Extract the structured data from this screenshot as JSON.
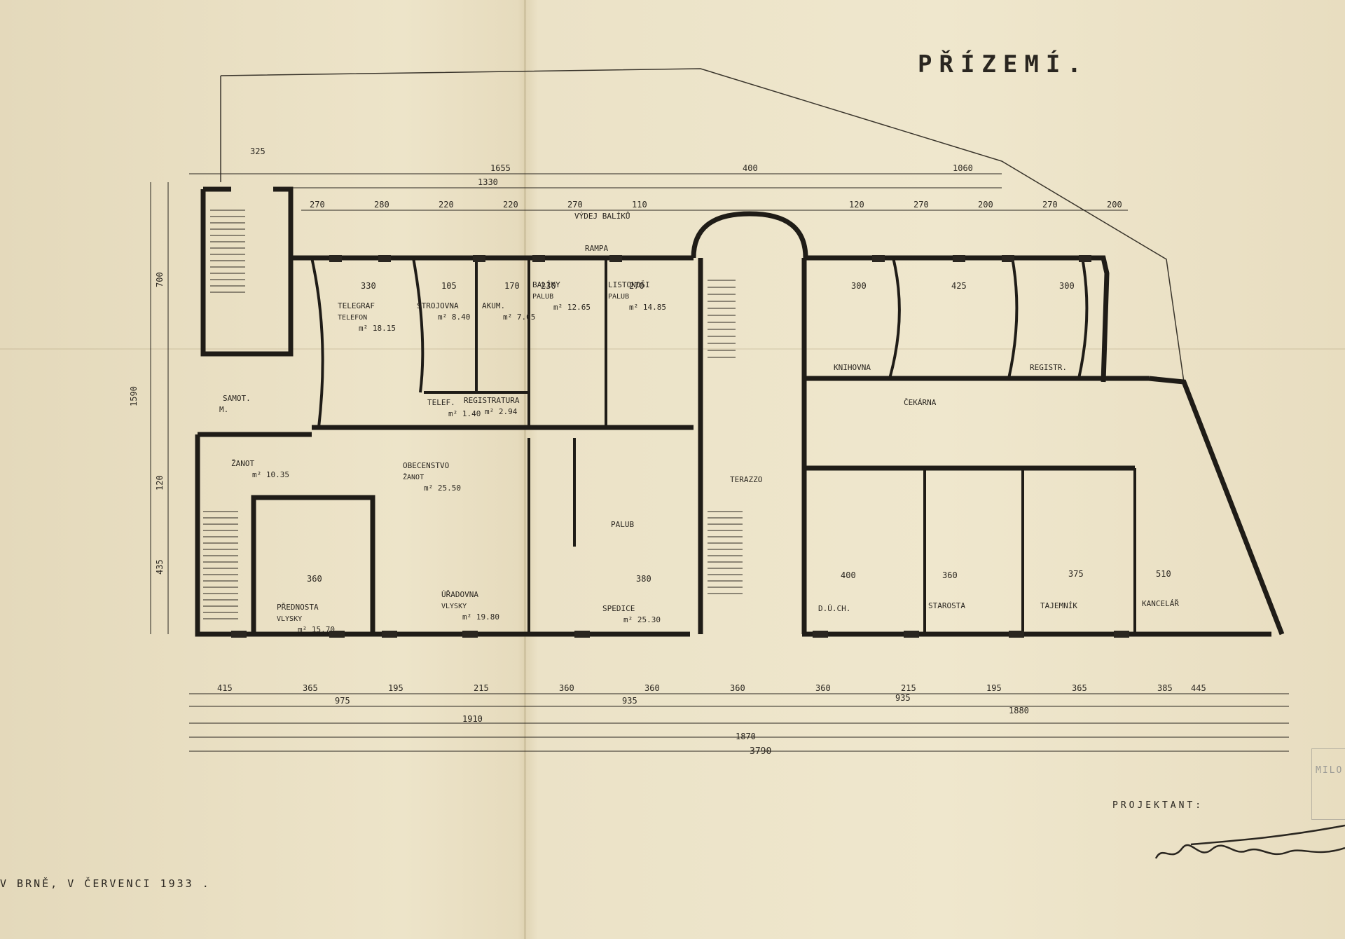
{
  "title": "PŘÍZEMÍ.",
  "footer": {
    "place_date": "V BRNĚ, V ČERVENCI 1933 .",
    "designer_label": "PROJEKTANT:",
    "stamp_text": "MILO"
  },
  "rooms": [
    {
      "name": "TELEGRAF",
      "note": "TELEFON",
      "area": "m² 18.15"
    },
    {
      "name": "STROJOVNA",
      "area": "m² 8.40"
    },
    {
      "name": "AKUM.",
      "area": "m² 7.05"
    },
    {
      "name": "BALÍKY",
      "note": "PALUB",
      "area": "m² 12.65"
    },
    {
      "name": "LISTONOŠI",
      "note": "PALUB",
      "area": "m² 14.85"
    },
    {
      "name": "KNIHOVNA"
    },
    {
      "name": "REGISTR."
    },
    {
      "name": "ČEKÁRNA"
    },
    {
      "name": "OBECENSTVO",
      "note": "ŽANOT",
      "area": "m² 25.50"
    },
    {
      "name": "ÚŘADOVNA",
      "note": "VLYSKY",
      "area": "m² 19.80"
    },
    {
      "name": "PŘEDNOSTA",
      "note": "VLYSKY",
      "area": "m² 15.70"
    },
    {
      "name": "SPEDICE",
      "area": "m² 25.30"
    },
    {
      "name": "PALUB"
    },
    {
      "name": "TERAZZO"
    },
    {
      "name": "D.Ú.CH."
    },
    {
      "name": "STAROSTA"
    },
    {
      "name": "TAJEMNÍK"
    },
    {
      "name": "KANCELÁŘ"
    },
    {
      "name": "TELEF.",
      "area": "m² 1.40"
    },
    {
      "name": "REGISTRATURA",
      "area": "m² 2.94"
    },
    {
      "name": "ŽANOT",
      "area": "m² 10.35"
    },
    {
      "name": "RAMPA"
    },
    {
      "name": "VÝDEJ BALÍKŮ"
    },
    {
      "name": "SAMOT."
    },
    {
      "name": "M."
    }
  ],
  "dimensions": {
    "top_overall": [
      "1655",
      "1330",
      "400",
      "1060"
    ],
    "top_bays": [
      "270",
      "280",
      "220",
      "220",
      "270",
      "110",
      "120",
      "270",
      "200",
      "270",
      "200"
    ],
    "stair_width": "325",
    "bottom_bays": [
      "415",
      "365",
      "195",
      "215",
      "360",
      "360",
      "360",
      "360",
      "215",
      "195",
      "365",
      "385"
    ],
    "bottom_groups": [
      "975",
      "935",
      "935",
      "1880",
      "1910",
      "1870",
      "445"
    ],
    "bottom_overall": "3790",
    "left_side": [
      "700",
      "1590",
      "120",
      "435"
    ],
    "room_widths": [
      "330",
      "105",
      "170",
      "230",
      "270",
      "300",
      "425",
      "300",
      "360",
      "380",
      "400",
      "360",
      "375",
      "510"
    ]
  },
  "colors": {
    "paper": "#ede4c9",
    "ink": "#2a2620",
    "wall": "#1f1c17"
  }
}
